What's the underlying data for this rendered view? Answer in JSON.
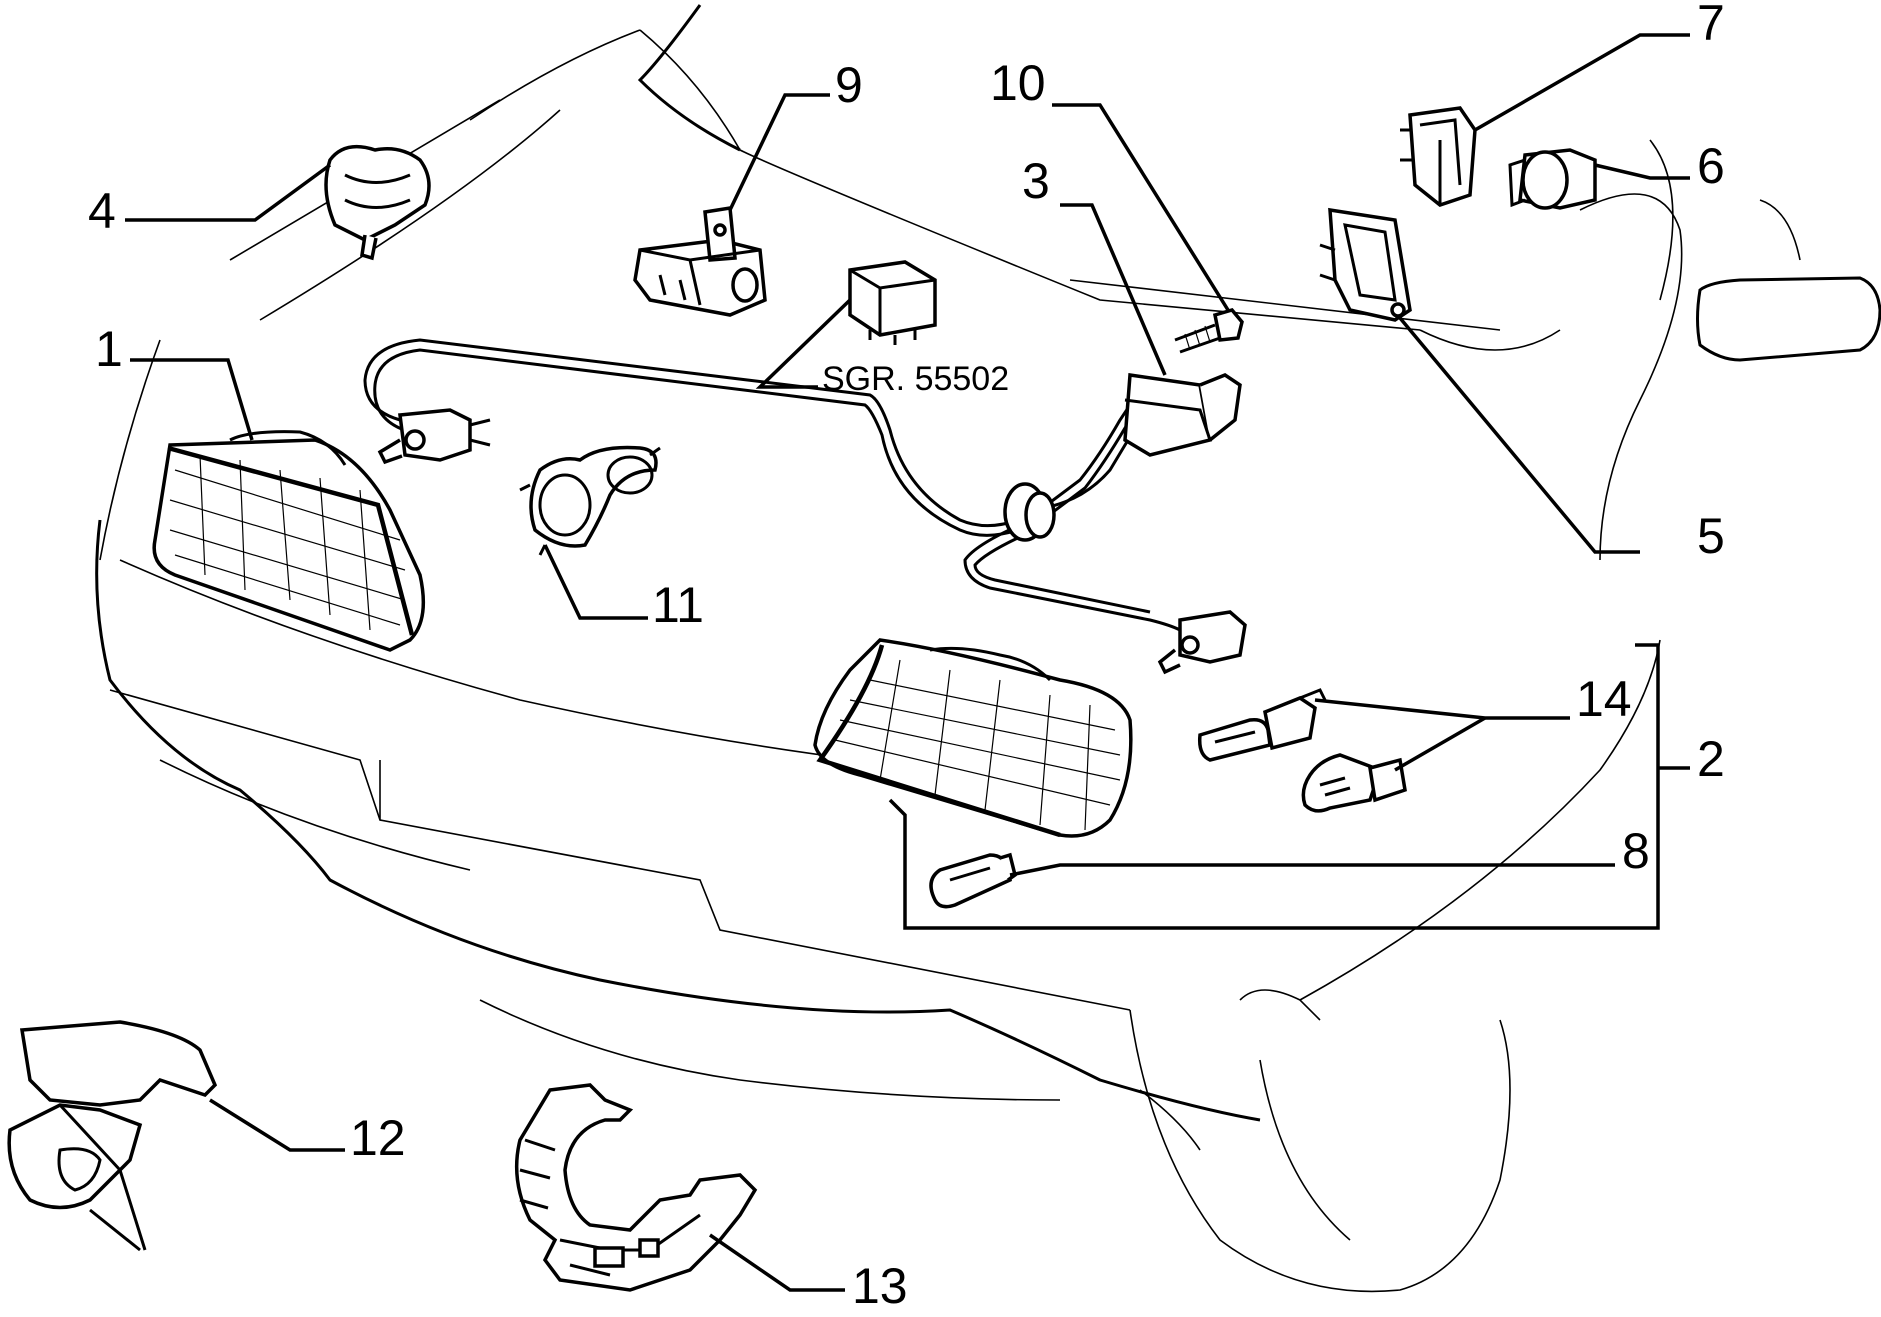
{
  "figure": {
    "callouts": {
      "c1": "1",
      "c2": "2",
      "c3": "3",
      "c4": "4",
      "c5": "5",
      "c6": "6",
      "c7": "7",
      "c8": "8",
      "c9": "9",
      "c10": "10",
      "c11": "11",
      "c12": "12",
      "c13": "13",
      "c14": "14"
    },
    "reference": "SGR. 55502"
  }
}
